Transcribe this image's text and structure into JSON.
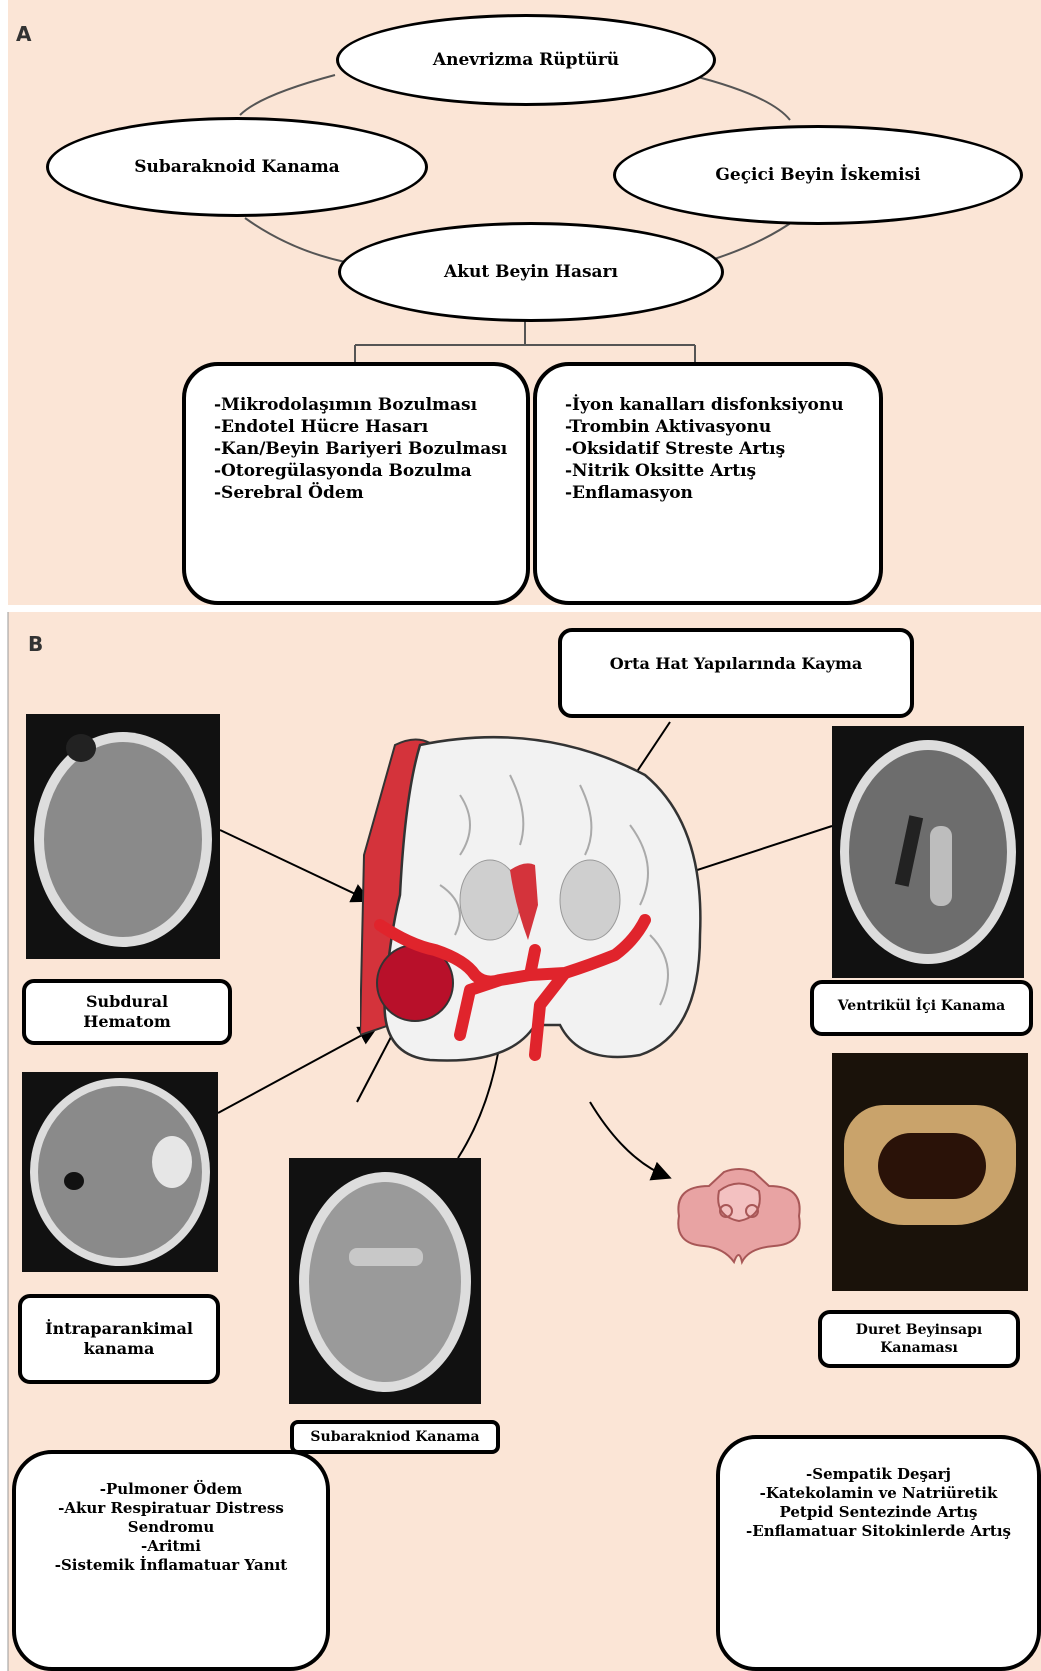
{
  "panel_a": {
    "label": "A",
    "nodes": {
      "top": "Anevrizma Rüptürü",
      "left": "Subaraknoid Kanama",
      "right": "Geçici Beyin İskemisi",
      "bottom": "Akut Beyin Hasarı"
    },
    "left_list": [
      "-Mikrodolaşımın Bozulması",
      "-Endotel Hücre Hasarı",
      "-Kan/Beyin Bariyeri Bozulması",
      "-Otoregülasyonda Bozulma",
      "-Serebral Ödem"
    ],
    "right_list": [
      "-İyon kanalları disfonksiyonu",
      "-Trombin Aktivasyonu",
      "-Oksidatif Streste Artış",
      "-Nitrik Oksitte Artış",
      "-Enflamasyon"
    ]
  },
  "panel_b": {
    "label": "B",
    "midline": "Orta Hat Yapılarında Kayma",
    "subdural": [
      "Subdural",
      "Hematom"
    ],
    "ventricular": "Ventrikül İçi Kanama",
    "intraparenchymal": [
      "İntraparankimal",
      "kanama"
    ],
    "subarachnoid": "Subarakniod Kanama",
    "duret": [
      "Duret Beyinsapı",
      "Kanaması"
    ],
    "bottom_left": [
      "-Pulmoner Ödem",
      "-Akur Respiratuar Distress",
      "Sendromu",
      "-Aritmi",
      "-Sistemik İnflamatuar Yanıt"
    ],
    "bottom_right": [
      "-Sempatik Deşarj",
      "-Katekolamin ve Natriüretik",
      "Petpid Sentezinde Artış",
      "-Enflamatuar Sitokinlerde Artış"
    ]
  },
  "colors": {
    "background": "#fbe5d6",
    "hemorrhage": "#e0242c",
    "dark_blood": "#b8102a"
  }
}
